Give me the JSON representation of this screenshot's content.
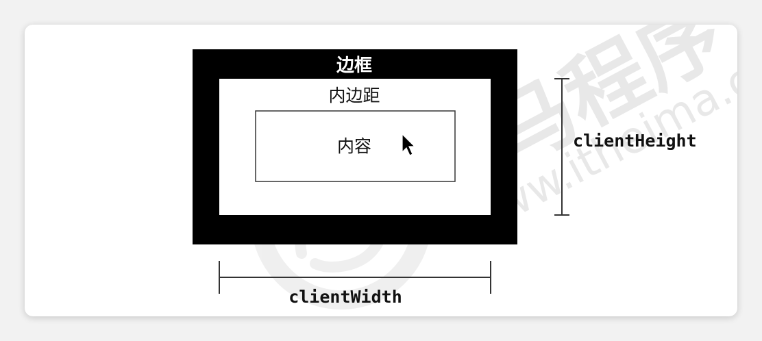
{
  "diagram": {
    "border_label": "边框",
    "padding_label": "内边距",
    "content_label": "内容",
    "client_height_label": "clientHeight",
    "client_width_label": "clientWidth"
  },
  "watermark": {
    "brand_cn": "黑马程序",
    "url": "www.itheima.c"
  },
  "colors": {
    "border": "#000000",
    "padding": "#ffffff",
    "watermark": "#e6e6e6",
    "dimension_line": "#333333"
  }
}
